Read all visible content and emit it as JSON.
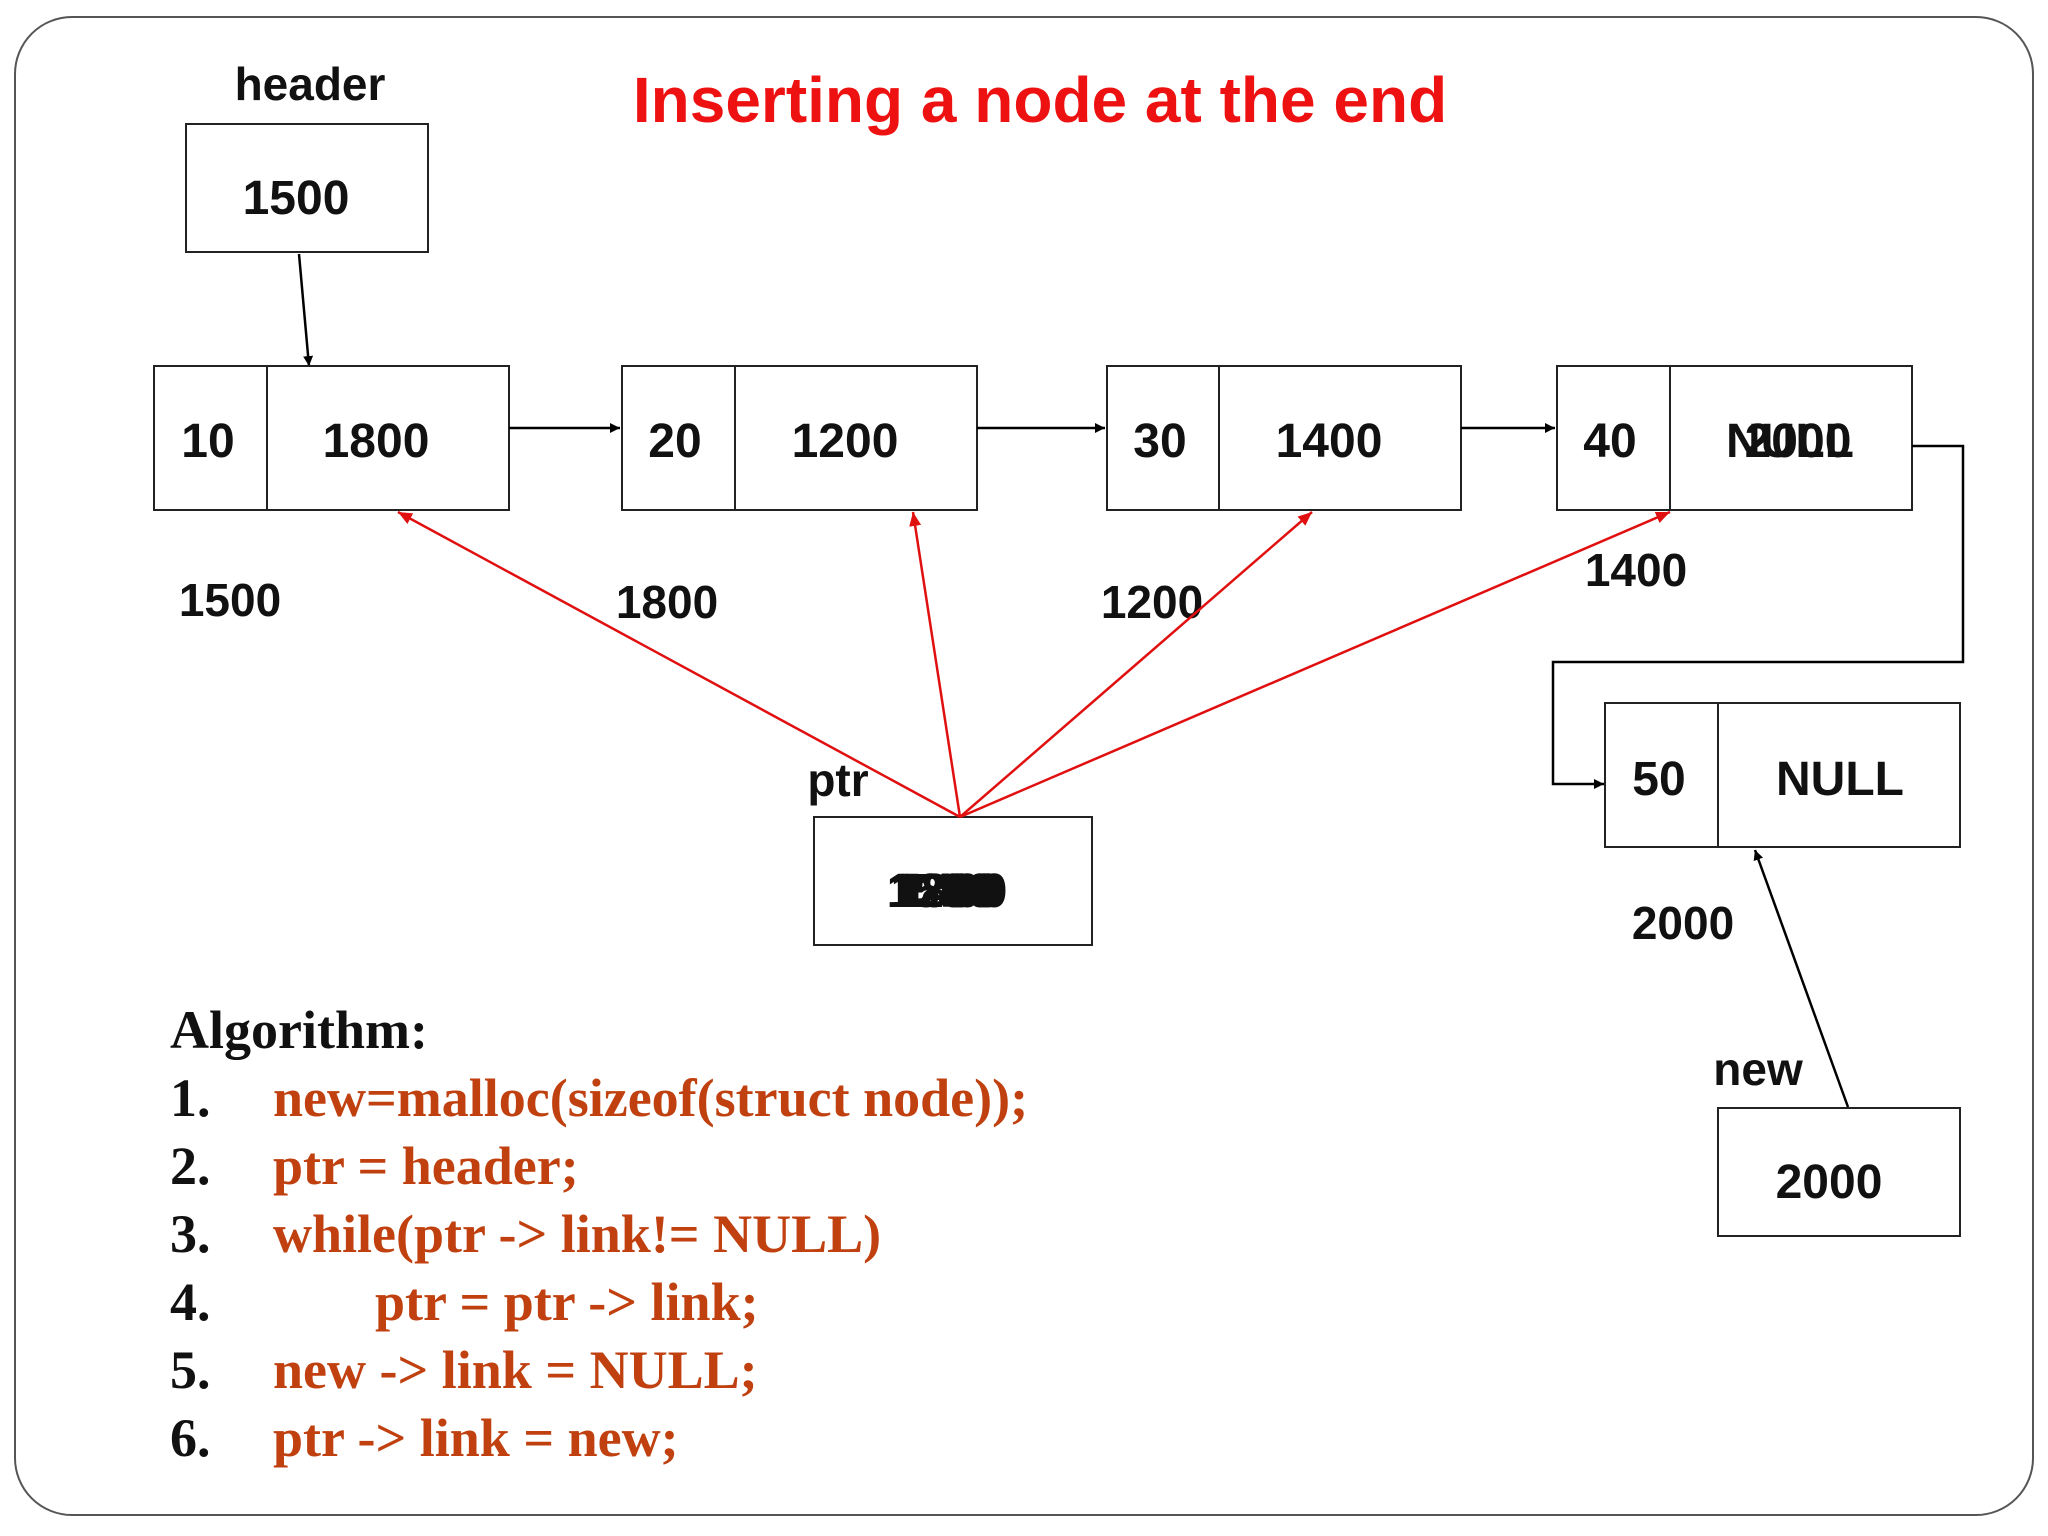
{
  "title": "Inserting a node at the end",
  "colors": {
    "title": "#ee1111",
    "pointer_arrows": "#e01010",
    "link_arrows": "#000000",
    "algorithm_heading": "#111111",
    "algorithm_code": "#c0410f",
    "box_border": "#222222"
  },
  "header": {
    "label": "header",
    "value": "1500"
  },
  "nodes": [
    {
      "data": "10",
      "link": "1800",
      "address": "1500"
    },
    {
      "data": "20",
      "link": "1200",
      "address": "1800"
    },
    {
      "data": "30",
      "link": "1400",
      "address": "1200"
    },
    {
      "data": "40",
      "link": "NULL",
      "link_overwrite": "2000",
      "address": "1400"
    }
  ],
  "new_node": {
    "data": "50",
    "link": "NULL",
    "address": "2000"
  },
  "ptr": {
    "label": "ptr",
    "values": [
      "1500",
      "1800",
      "1200",
      "1400"
    ]
  },
  "new_ptr": {
    "label": "new",
    "value": "2000"
  },
  "algorithm": {
    "heading": "Algorithm:",
    "steps": [
      {
        "num": "1.",
        "code": "new=malloc(sizeof(struct node));"
      },
      {
        "num": "2.",
        "code": "ptr = header;"
      },
      {
        "num": "3.",
        "code": "while(ptr -> link!= NULL)"
      },
      {
        "num": "4.",
        "code": "ptr = ptr -> link;"
      },
      {
        "num": "5.",
        "code": "new -> link = NULL;"
      },
      {
        "num": "6.",
        "code": "ptr -> link = new;"
      }
    ]
  }
}
